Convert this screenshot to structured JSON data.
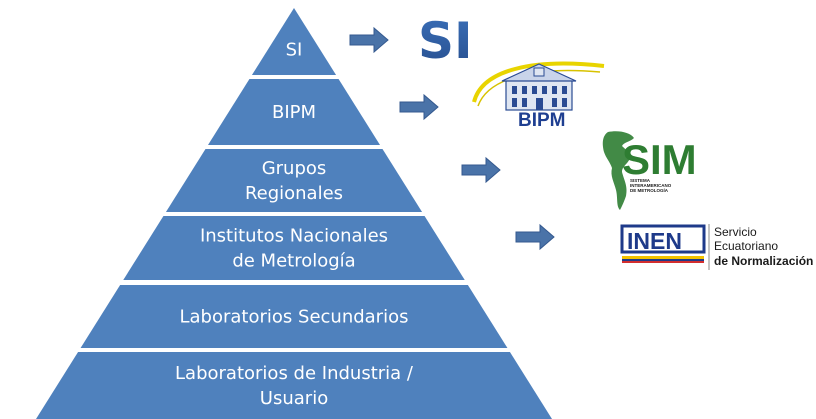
{
  "pyramid": {
    "fill": "#4f81bd",
    "levels": [
      {
        "lines": [
          "SI"
        ]
      },
      {
        "lines": [
          "BIPM"
        ]
      },
      {
        "lines": [
          "Grupos",
          "Regionales"
        ]
      },
      {
        "lines": [
          "Institutos Nacionales",
          "de Metrología"
        ]
      },
      {
        "lines": [
          "Laboratorios Secundarios"
        ]
      },
      {
        "lines": [
          "Laboratorios de Industria /",
          "Usuario"
        ]
      }
    ]
  },
  "arrows": {
    "color": "#4a73a8",
    "count": 4
  },
  "logos": {
    "si": {
      "text": "SI",
      "color": "#2f5ea4",
      "icon": "si-logo"
    },
    "bipm": {
      "text": "BIPM",
      "color": "#1f3f91",
      "accent": "#e8d400",
      "icon": "bipm-building-logo"
    },
    "sim": {
      "text": "SIM",
      "small_lines": [
        "SISTEMA",
        "INTERAMERICANO",
        "DE METROLOGÍA"
      ],
      "color": "#2e7d32",
      "icon": "sim-americas-logo"
    },
    "inen": {
      "text": "INEN",
      "side_lines": [
        "Servicio",
        "Ecuatoriano",
        "de Normalización"
      ],
      "box_color": "#1e3a8a",
      "stripe_colors": [
        "#f2c200",
        "#1e3a8a",
        "#d32f2f"
      ],
      "icon": "inen-logo"
    }
  }
}
